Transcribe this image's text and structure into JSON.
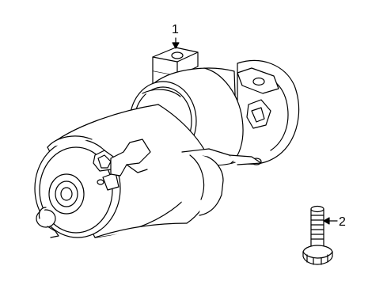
{
  "diagram": {
    "callouts": [
      {
        "number": "1",
        "part": "starter-motor"
      },
      {
        "number": "2",
        "part": "bolt"
      }
    ],
    "colors": {
      "line": "#000000",
      "background": "#ffffff"
    }
  }
}
